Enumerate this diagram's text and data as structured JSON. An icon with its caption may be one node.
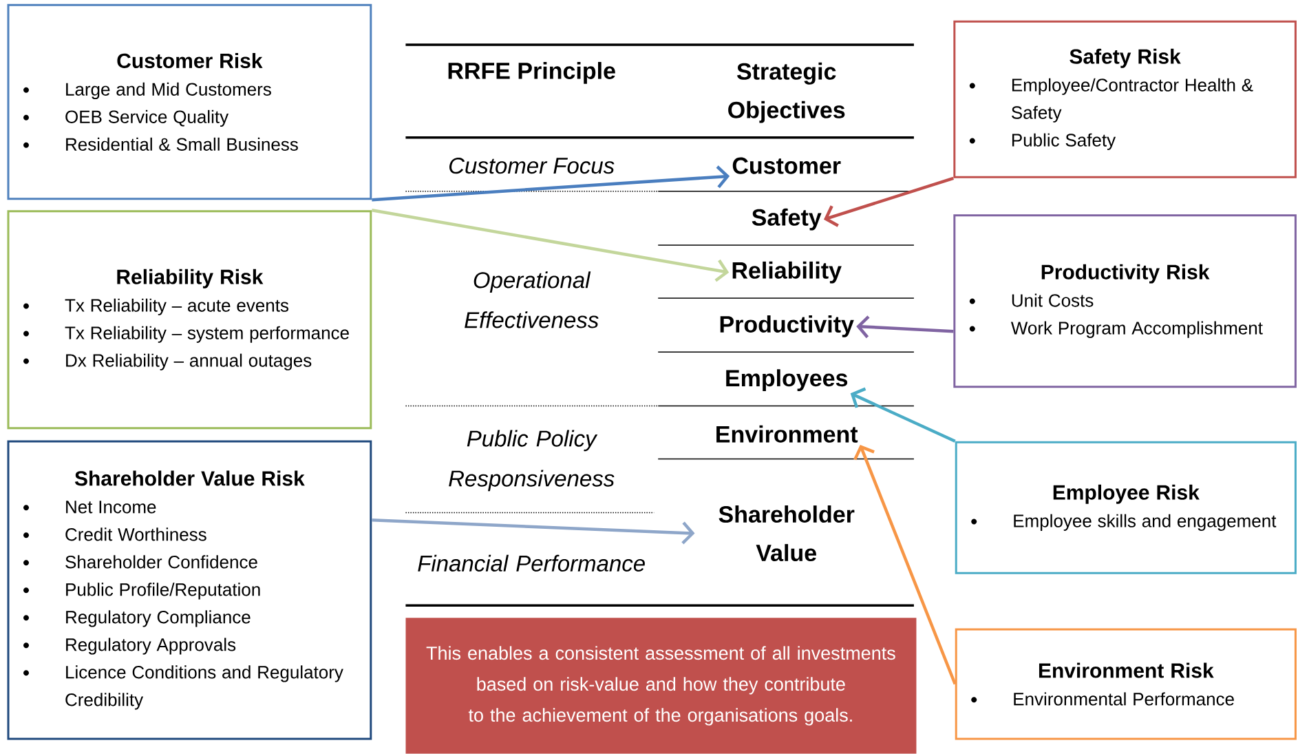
{
  "diagram": {
    "nodes": [
      {
        "text": [
          "Customer Risk",
          "Large and Mid Customers",
          "OEB Service Quality",
          "Residential & Small Business"
        ]
      },
      {
        "text": [
          "Reliability Risk",
          "Tx Reliability – acute events",
          "Tx Reliability – system performance",
          "Dx Reliability – annual outages"
        ]
      },
      {
        "text": [
          "Shareholder Value Risk",
          "Net Income",
          "Credit Worthiness",
          "Shareholder Confidence",
          "Public Profile/Reputation",
          "Regulatory Compliance",
          "Regulatory Approvals",
          "Licence Conditions and Regulatory Credibility"
        ]
      },
      {
        "text": [
          "Customer"
        ]
      },
      {
        "text": [
          "Safety"
        ]
      },
      {
        "text": [
          "Reliability"
        ]
      },
      {
        "text": [
          "Productivity"
        ]
      },
      {
        "text": [
          "Employees"
        ]
      },
      {
        "text": [
          "Environment"
        ]
      },
      {
        "text": [
          "Shareholder Value"
        ]
      },
      {
        "text": [
          "Safety Risk",
          "Employee/Contractor Health & Safety",
          "Public Safety"
        ]
      },
      {
        "text": [
          "Productivity Risk",
          "Unit Costs",
          "Work Program Accomplishment"
        ]
      },
      {
        "text": [
          "Employee Risk",
          "Employee skills and engagement"
        ]
      },
      {
        "text": [
          "Environment Risk",
          "Environmental Performance"
        ]
      },
      {
        "text": [
          "This enables a consistent assessment of all investments based on risk-value and how they contribute to the achievement of the organisations goals."
        ]
      }
    ],
    "edges": [
      {
        "from": 0,
        "to": 3,
        "arrow": "to",
        "color": "#4a7ebf"
      },
      {
        "from": 1,
        "to": 5,
        "arrow": "to",
        "color": "#c3d69b"
      },
      {
        "from": 2,
        "to": 9,
        "arrow": "to",
        "color": "#8ea6c9"
      },
      {
        "from": 10,
        "to": 4,
        "arrow": "to",
        "color": "#c0504d"
      },
      {
        "from": 11,
        "to": 6,
        "arrow": "to",
        "color": "#8064a2"
      },
      {
        "from": 12,
        "to": 7,
        "arrow": "to",
        "color": "#4bacc6"
      },
      {
        "from": 13,
        "to": 8,
        "arrow": "to",
        "color": "#f79646"
      }
    ],
    "labels": [
      "RRFE Principle",
      "Strategic Objectives",
      "Customer Focus",
      "Operational Effectiveness",
      "Public Policy Responsiveness",
      "Financial Performance"
    ]
  }
}
